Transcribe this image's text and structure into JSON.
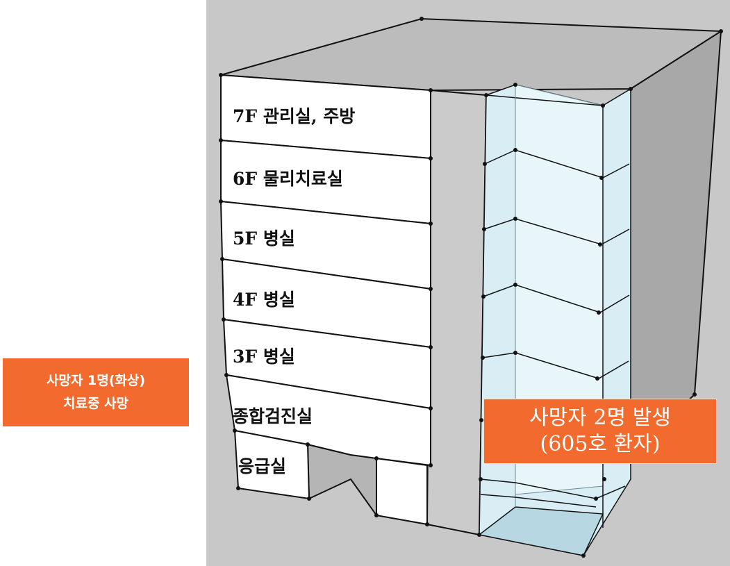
{
  "floors": [
    {
      "label": "7F 관리실, 주방"
    },
    {
      "label": "6F 물리치료실"
    },
    {
      "label": "5F 병실"
    },
    {
      "label": "4F 병실"
    },
    {
      "label": "3F 병실"
    },
    {
      "label": "종합검진실"
    },
    {
      "label": "응급실"
    }
  ],
  "callouts": {
    "left": {
      "line1": "사망자 1명(화상)",
      "line2": "치료중 사망"
    },
    "right": {
      "line1": "사망자 2명 발생",
      "line2": "(605호 환자)"
    }
  },
  "colors": {
    "callout": "#f26a2e",
    "background": "#c8c8c8",
    "roof": "#bcbcbc",
    "side": "#a8a8a8",
    "floor_face": "#ffffff",
    "core": "#cbcbcb",
    "glass": "#d8eef4",
    "glass_dark": "#b7d8e2"
  }
}
